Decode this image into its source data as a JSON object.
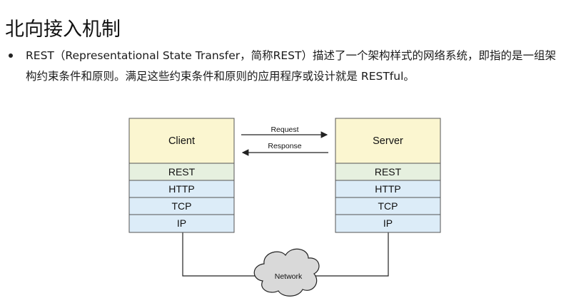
{
  "page": {
    "title": "北向接入机制",
    "bullet": "REST（Representational State Transfer，简称REST）描述了一个架构样式的网络系统，即指的是一组架构约束条件和原则。满足这些约束条件和原则的应用程序或设计就是 RESTful。"
  },
  "diagram": {
    "client": {
      "label": "Client",
      "layers": [
        "REST",
        "HTTP",
        "TCP",
        "IP"
      ]
    },
    "server": {
      "label": "Server",
      "layers": [
        "REST",
        "HTTP",
        "TCP",
        "IP"
      ]
    },
    "arrows": {
      "request": "Request",
      "response": "Response"
    },
    "network": "Network",
    "colors": {
      "app_box": "#fbf6d0",
      "rest_layer": "#e6f0df",
      "protocol_layer": "#dcecf8",
      "border": "#555555"
    }
  }
}
